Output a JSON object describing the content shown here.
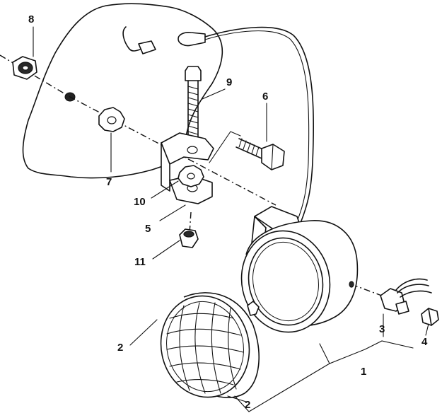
{
  "callouts": {
    "c1": "1",
    "c2a": "2",
    "c2b": "2",
    "c3": "3",
    "c4": "4",
    "c5": "5",
    "c6": "6",
    "c7": "7",
    "c8": "8",
    "c9": "9",
    "c10": "10",
    "c11": "11"
  },
  "colors": {
    "line": "#111111",
    "background": "#ffffff"
  }
}
